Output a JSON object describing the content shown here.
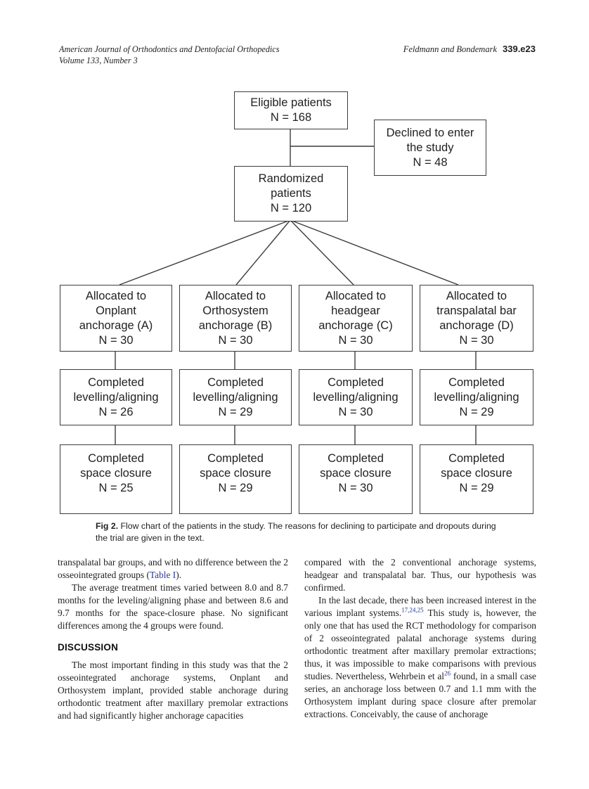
{
  "header": {
    "journal": "American Journal of Orthodontics and Dentofacial Orthopedics",
    "volume": "Volume 133, Number 3",
    "running_authors": "Feldmann and Bondemark",
    "page_number": "339.e23"
  },
  "flowchart": {
    "eligible": [
      "Eligible patients",
      "N = 168"
    ],
    "declined": [
      "Declined to enter",
      "the study",
      "N = 48"
    ],
    "randomized": [
      "Randomized",
      "patients",
      "N = 120"
    ],
    "alloc_a": [
      "Allocated to",
      "Onplant",
      "anchorage (A)",
      "N = 30"
    ],
    "alloc_b": [
      "Allocated to",
      "Orthosystem",
      "anchorage (B)",
      "N = 30"
    ],
    "alloc_c": [
      "Allocated to",
      "headgear",
      "anchorage (C)",
      "N = 30"
    ],
    "alloc_d": [
      "Allocated to",
      "transpalatal bar",
      "anchorage (D)",
      "N = 30"
    ],
    "level_a": [
      "Completed",
      "levelling/aligning",
      "N = 26"
    ],
    "level_b": [
      "Completed",
      "levelling/aligning",
      "N = 29"
    ],
    "level_c": [
      "Completed",
      "levelling/aligning",
      "N = 30"
    ],
    "level_d": [
      "Completed",
      "levelling/aligning",
      "N = 29"
    ],
    "space_a": [
      "Completed",
      "space closure",
      "N = 25"
    ],
    "space_b": [
      "Completed",
      "space closure",
      "N = 29"
    ],
    "space_c": [
      "Completed",
      "space closure",
      "N = 30"
    ],
    "space_d": [
      "Completed",
      "space closure",
      "N = 29"
    ]
  },
  "caption": {
    "label": "Fig 2.",
    "text": "Flow chart of the patients in the study. The reasons for declining to participate and dropouts during the trial are given in the text."
  },
  "left_column": {
    "p1_pre": "transpalatal bar groups, and with no difference between the 2 osseointegrated groups (",
    "p1_link": "Table I",
    "p1_post": ").",
    "p2": "The average treatment times varied between 8.0 and 8.7 months for the leveling/aligning phase and between 8.6 and 9.7 months for the space-closure phase. No significant differences among the 4 groups were found.",
    "heading": "DISCUSSION",
    "p3": "The most important finding in this study was that the 2 osseointegrated anchorage systems, Onplant and Orthosystem implant, provided stable anchorage during orthodontic treatment after maxillary premolar extractions and had significantly higher anchorage capacities"
  },
  "right_column": {
    "p1": "compared with the 2 conventional anchorage systems, headgear and transpalatal bar. Thus, our hypothesis was confirmed.",
    "p2_pre": "In the last decade, there has been increased interest in the various implant systems.",
    "p2_sup1": "17,24,25",
    "p2_mid": " This study is, however, the only one that has used the RCT methodology for comparison of 2 osseointegrated palatal anchorage systems during orthodontic treatment after maxillary premolar extractions; thus, it was impossible to make comparisons with previous studies. Nevertheless, Wehrbein et al",
    "p2_sup2": "26",
    "p2_post": " found, in a small case series, an anchorage loss between 0.7 and 1.1 mm with the Orthosystem implant during space closure after premolar extractions. Conceivably, the cause of anchorage"
  },
  "colors": {
    "link_blue": "#2b3a94",
    "line_color": "#3c3c3c",
    "text_color": "#1f1f1f"
  }
}
